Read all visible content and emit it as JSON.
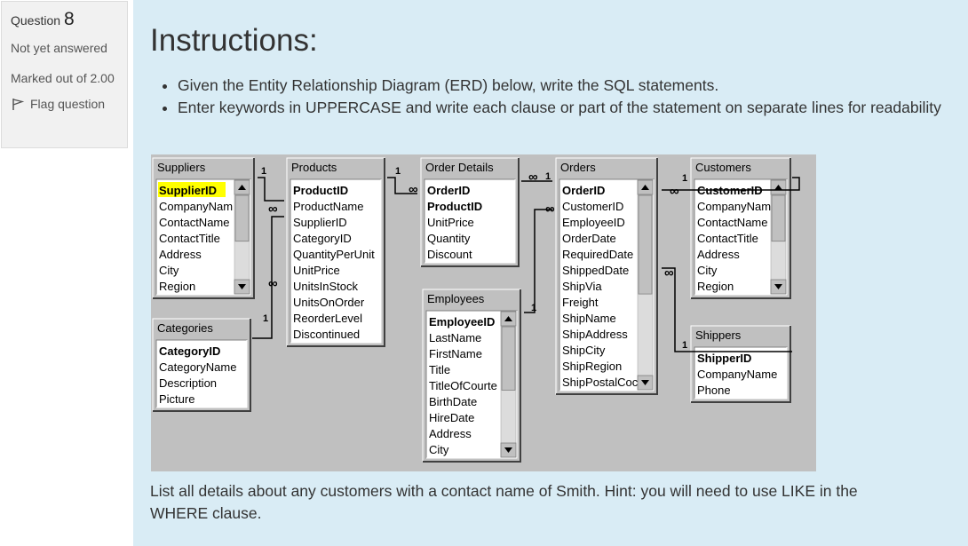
{
  "question": {
    "label": "Question",
    "number": "8",
    "state": "Not yet answered",
    "grade": "Marked out of 2.00",
    "flag_label": "Flag question"
  },
  "content": {
    "title": "Instructions:",
    "bullets": [
      "Given the Entity Relationship Diagram (ERD) below, write the SQL statements.",
      "Enter keywords in UPPERCASE and write each clause or part of the statement on separate lines for readability"
    ],
    "task": "List all details about any customers with a contact name of Smith.  Hint: you will need to use LIKE in the WHERE clause."
  },
  "erd": {
    "tables": [
      {
        "name": "Suppliers",
        "fields": [
          "SupplierID",
          "CompanyNam",
          "ContactName",
          "ContactTitle",
          "Address",
          "City",
          "Region"
        ]
      },
      {
        "name": "Categories",
        "fields": [
          "CategoryID",
          "CategoryName",
          "Description",
          "Picture"
        ]
      },
      {
        "name": "Products",
        "fields": [
          "ProductID",
          "ProductName",
          "SupplierID",
          "CategoryID",
          "QuantityPerUnit",
          "UnitPrice",
          "UnitsInStock",
          "UnitsOnOrder",
          "ReorderLevel",
          "Discontinued"
        ]
      },
      {
        "name": "Order Details",
        "fields": [
          "OrderID",
          "ProductID",
          "UnitPrice",
          "Quantity",
          "Discount"
        ]
      },
      {
        "name": "Employees",
        "fields": [
          "EmployeeID",
          "LastName",
          "FirstName",
          "Title",
          "TitleOfCourte",
          "BirthDate",
          "HireDate",
          "Address",
          "City"
        ]
      },
      {
        "name": "Orders",
        "fields": [
          "OrderID",
          "CustomerID",
          "EmployeeID",
          "OrderDate",
          "RequiredDate",
          "ShippedDate",
          "ShipVia",
          "Freight",
          "ShipName",
          "ShipAddress",
          "ShipCity",
          "ShipRegion",
          "ShipPostalCoc"
        ]
      },
      {
        "name": "Customers",
        "fields": [
          "CustomerID",
          "CompanyNam",
          "ContactName",
          "ContactTitle",
          "Address",
          "City",
          "Region"
        ]
      },
      {
        "name": "Shippers",
        "fields": [
          "ShipperID",
          "CompanyName",
          "Phone"
        ]
      }
    ],
    "one_label": "1",
    "many_label": "∞",
    "colors": {
      "highlight": "#ffff00",
      "canvas": "#c0c0c0"
    }
  }
}
